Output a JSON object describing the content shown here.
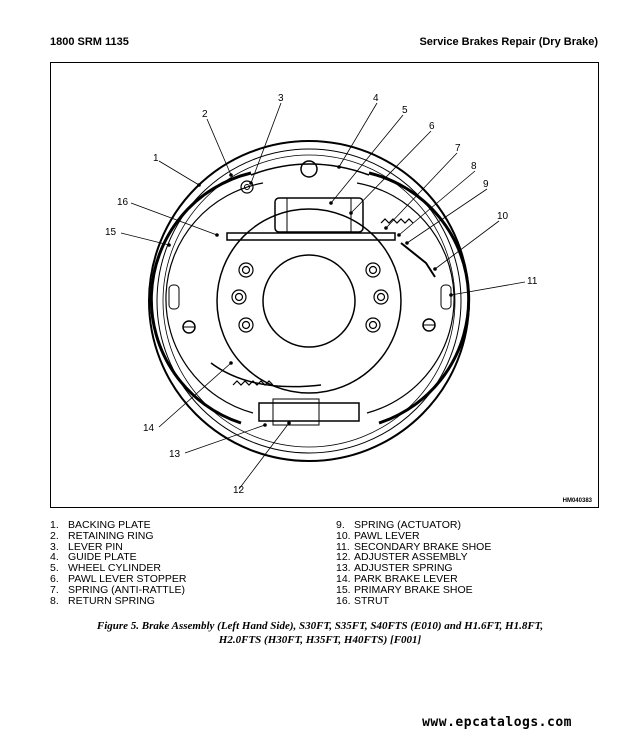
{
  "header": {
    "left": "1800 SRM 1135",
    "right": "Service Brakes Repair (Dry Brake)"
  },
  "figure": {
    "code": "HM040383",
    "callouts": [
      "1",
      "2",
      "3",
      "4",
      "5",
      "6",
      "7",
      "8",
      "9",
      "10",
      "11",
      "12",
      "13",
      "14",
      "15",
      "16"
    ]
  },
  "legend": {
    "left": [
      {
        "num": "1.",
        "text": "BACKING PLATE"
      },
      {
        "num": "2.",
        "text": "RETAINING RING"
      },
      {
        "num": "3.",
        "text": "LEVER PIN"
      },
      {
        "num": "4.",
        "text": "GUIDE PLATE"
      },
      {
        "num": "5.",
        "text": "WHEEL CYLINDER"
      },
      {
        "num": "6.",
        "text": "PAWL LEVER STOPPER"
      },
      {
        "num": "7.",
        "text": "SPRING (ANTI-RATTLE)"
      },
      {
        "num": "8.",
        "text": "RETURN SPRING"
      }
    ],
    "right": [
      {
        "num": "9.",
        "text": "SPRING (ACTUATOR)"
      },
      {
        "num": "10.",
        "text": "PAWL LEVER"
      },
      {
        "num": "11.",
        "text": "SECONDARY BRAKE SHOE"
      },
      {
        "num": "12.",
        "text": "ADJUSTER ASSEMBLY"
      },
      {
        "num": "13.",
        "text": "ADJUSTER SPRING"
      },
      {
        "num": "14.",
        "text": "PARK BRAKE LEVER"
      },
      {
        "num": "15.",
        "text": "PRIMARY BRAKE SHOE"
      },
      {
        "num": "16.",
        "text": "STRUT"
      }
    ]
  },
  "caption": {
    "line1": "Figure 5. Brake Assembly (Left Hand Side), S30FT, S35FT, S40FTS (E010) and H1.6FT, H1.8FT,",
    "line2": "H2.0FTS (H30FT, H35FT, H40FTS) [F001]"
  },
  "watermark": "www.epcatalogs.com"
}
